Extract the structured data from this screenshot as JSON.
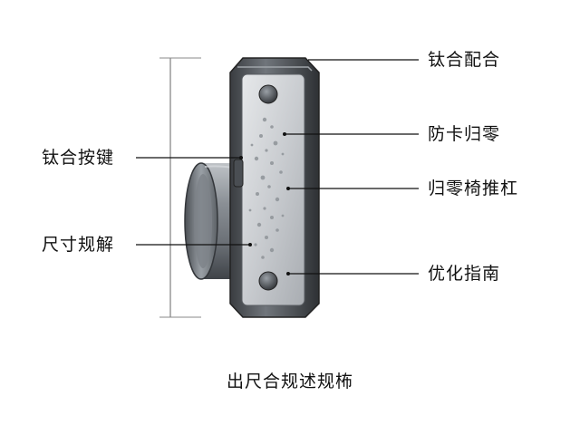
{
  "labels": {
    "left": [
      "钛合按键",
      "尺寸规解"
    ],
    "right": [
      "钛合配合",
      "防卡归零",
      "归零椅推杠",
      "优化指南"
    ]
  },
  "caption": "出尺合规述规柨"
}
